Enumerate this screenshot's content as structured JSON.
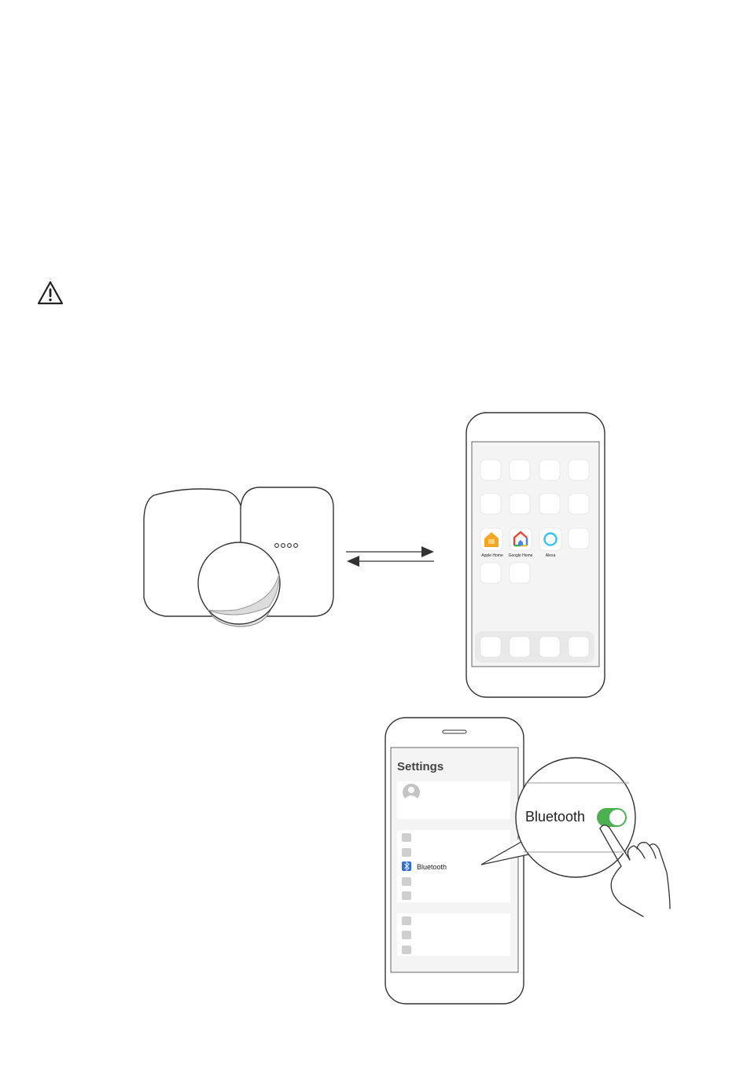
{
  "home_screen": {
    "apps": [
      {
        "label": "Apple Home",
        "icon": "apple-home-icon"
      },
      {
        "label": "Google Home",
        "icon": "google-home-icon"
      },
      {
        "label": "Alexa",
        "icon": "alexa-icon"
      }
    ]
  },
  "settings_screen": {
    "title": "Settings",
    "bluetooth_row_label": "Bluetooth",
    "bluetooth_icon": "bluetooth-icon",
    "avatar_icon": "avatar-icon"
  },
  "zoom_callout": {
    "label": "Bluetooth",
    "toggle_state": "on",
    "toggle_color": "#4caf50"
  },
  "colors": {
    "line": "#333333",
    "screen_bg": "#f4f4f4",
    "placeholder_icon": "#ffffff",
    "bluetooth_blue": "#2f6fd6",
    "alexa_blue": "#31c4f3",
    "apple_home_orange": "#f5a623"
  }
}
